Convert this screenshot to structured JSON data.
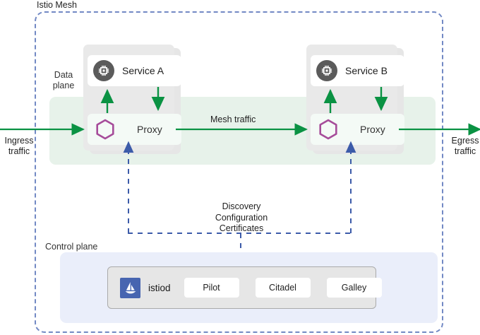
{
  "diagram": {
    "title": "Istio Mesh",
    "colors": {
      "mesh_border": "#7289c4",
      "data_plane_band": "#e7f2ea",
      "control_plane_band": "#eaeefa",
      "traffic_arrow": "#0a9243",
      "proxy_hexagon": "#a64c9a",
      "service_icon": "#5b5b5b",
      "istiod_logo": "#4765b0",
      "pod_box": "#e9e9e9"
    }
  },
  "labels": {
    "mesh": "Istio Mesh",
    "data_plane": "Data\nplane",
    "data_plane_line1": "Data",
    "data_plane_line2": "plane",
    "control_plane": "Control plane",
    "ingress": "Ingress\ntraffic",
    "ingress_line1": "Ingress",
    "ingress_line2": "traffic",
    "egress": "Egress\ntraffic",
    "egress_line1": "Egress",
    "egress_line2": "traffic",
    "mesh_traffic": "Mesh traffic",
    "discovery_line1": "Discovery",
    "discovery_line2": "Configuration",
    "discovery_line3": "Certificates"
  },
  "pods": [
    {
      "service_name": "Service A",
      "service_icon": "cpu-chip-icon",
      "proxy_name": "Proxy",
      "proxy_icon": "hexagon-icon"
    },
    {
      "service_name": "Service B",
      "service_icon": "cpu-chip-icon",
      "proxy_name": "Proxy",
      "proxy_icon": "hexagon-icon"
    }
  ],
  "control_plane": {
    "istiod_label": "istiod",
    "istiod_icon": "sailboat-icon",
    "components": [
      "Pilot",
      "Citadel",
      "Galley"
    ]
  }
}
